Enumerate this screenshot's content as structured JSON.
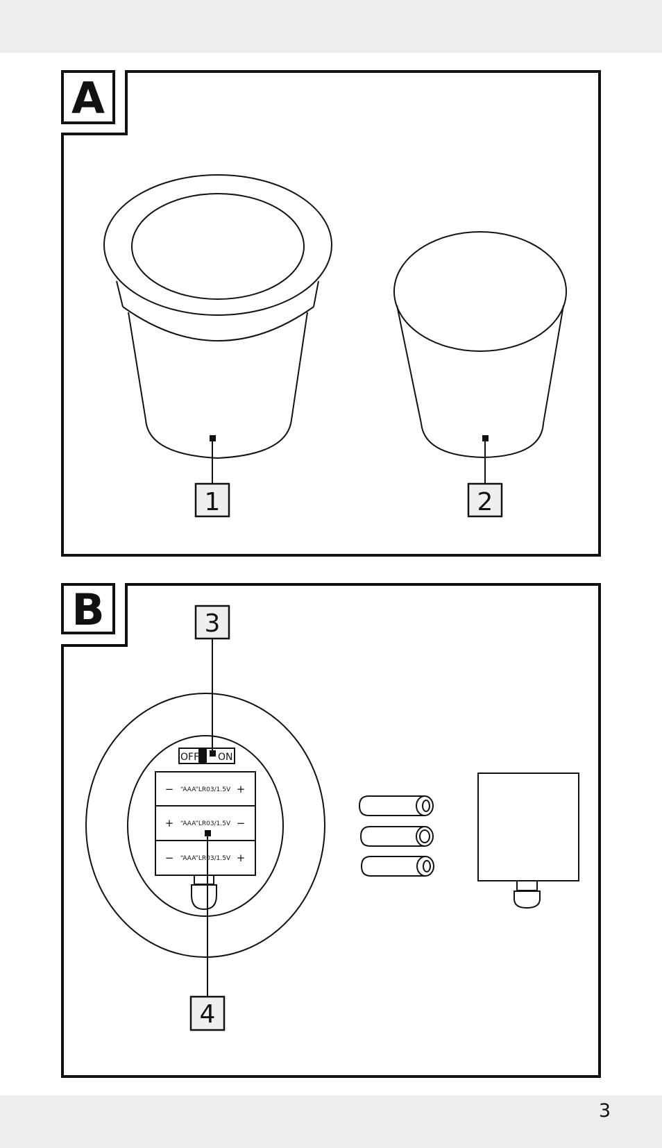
{
  "panels": {
    "a": {
      "letter": "A",
      "callouts": [
        "1",
        "2"
      ]
    },
    "b": {
      "letter": "B",
      "callouts": [
        "3",
        "4"
      ],
      "switch": {
        "off_label": "OFF",
        "on_label": "ON"
      },
      "battery_rows": [
        {
          "left_sign": "−",
          "label": "“AAA”LR03/1.5V",
          "right_sign": "+"
        },
        {
          "left_sign": "+",
          "label": "“AAA”LR03/1.5V",
          "right_sign": "−"
        },
        {
          "left_sign": "−",
          "label": "“AAA”LR03/1.5V",
          "right_sign": "+"
        }
      ]
    }
  },
  "page": {
    "number": "3"
  }
}
